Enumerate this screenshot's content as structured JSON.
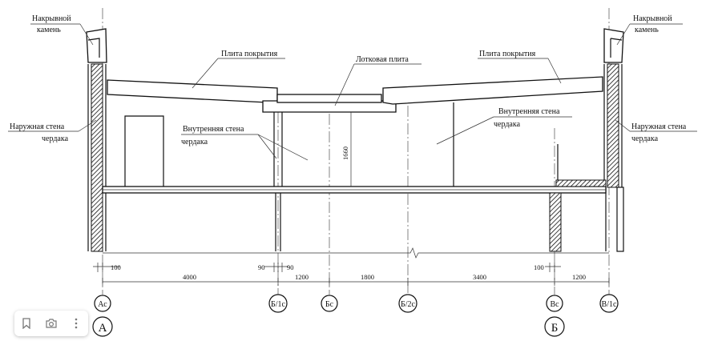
{
  "labels": {
    "cap_stone_left_1": "Накрывной",
    "cap_stone_left_2": "камень",
    "cap_stone_right_1": "Накрывной",
    "cap_stone_right_2": "камень",
    "roof_slab_left": "Плита покрытия",
    "roof_slab_right": "Плита покрытия",
    "tray_slab": "Лотковая плита",
    "inner_wall_left_1": "Внутренняя стена",
    "inner_wall_left_2": "чердака",
    "inner_wall_right_1": "Внутренняя стена",
    "inner_wall_right_2": "чердака",
    "outer_wall_left_1": "Наружная стена",
    "outer_wall_left_2": "чердака",
    "outer_wall_right_1": "Наружная стена",
    "outer_wall_right_2": "чердака",
    "height_dim": "1660"
  },
  "dimensions": {
    "d100_left": "100",
    "d90_left": "90",
    "d90_right": "90",
    "d100_right": "100",
    "d4000": "4000",
    "d1200_a": "1200",
    "d1800": "1800",
    "d3400": "3400",
    "d1200_b": "1200"
  },
  "axes": {
    "ac": "Ас",
    "b1c": "Б/1с",
    "bc": "Бс",
    "b2c": "Б/2с",
    "vc": "Вс",
    "v1c": "В/1с",
    "a": "А",
    "b": "Б"
  },
  "toolbar": {
    "bookmark_icon": "bookmark-icon",
    "lens_icon": "lens-icon",
    "more_icon": "more-icon"
  }
}
